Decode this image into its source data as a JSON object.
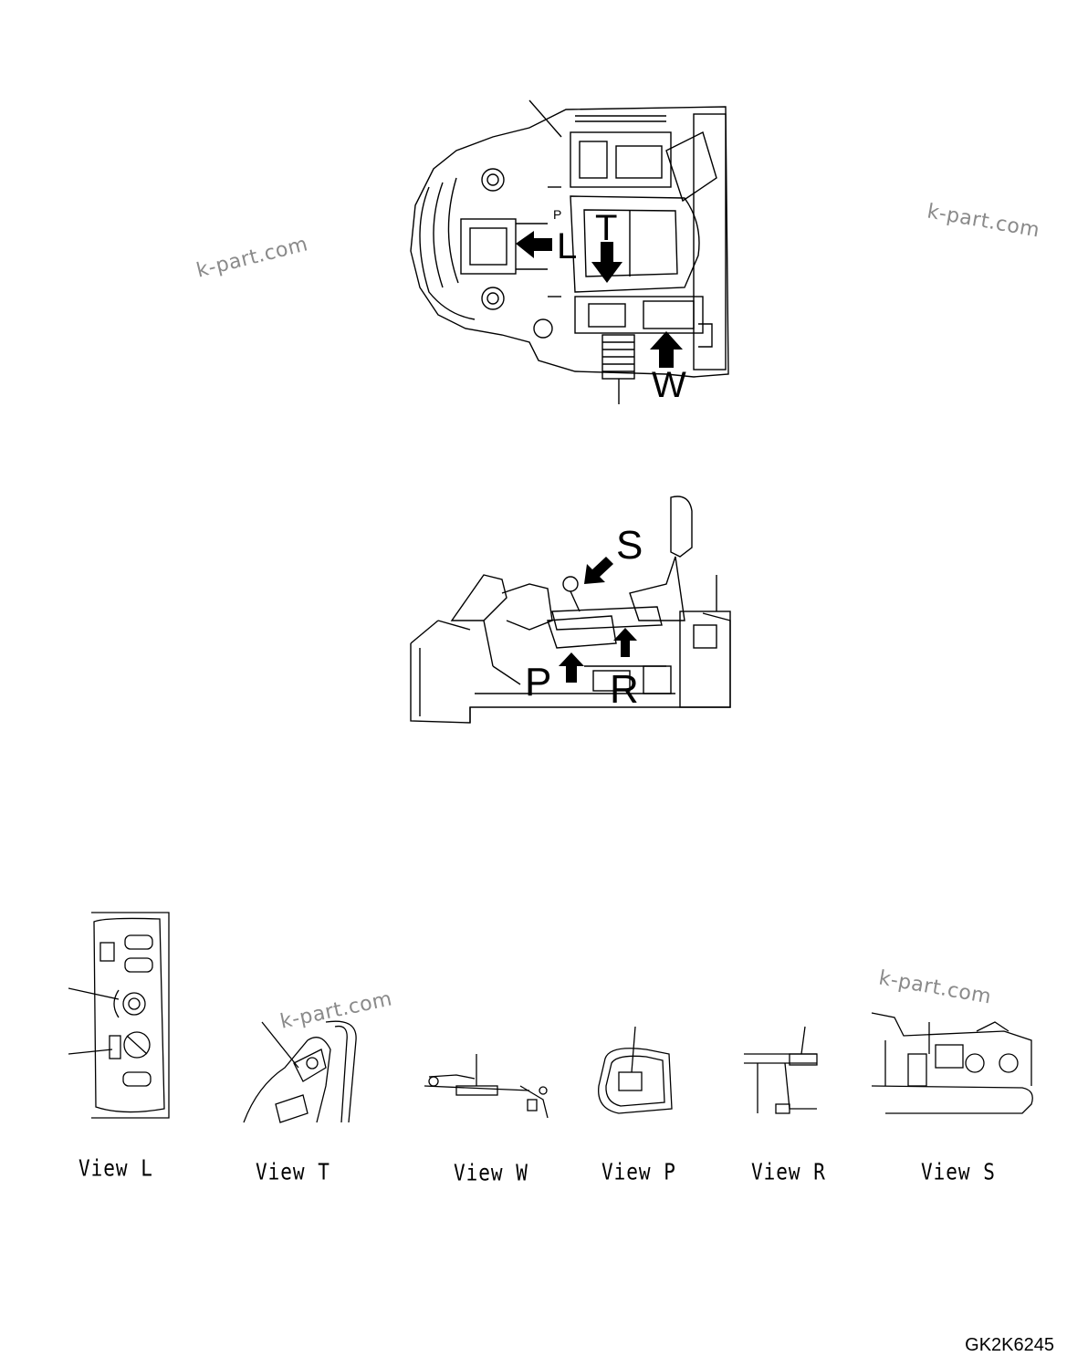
{
  "watermark": "k-part.com",
  "top_view": {
    "letters": {
      "L": "L",
      "T": "T",
      "W": "W",
      "P": "P"
    }
  },
  "side_view": {
    "letters": {
      "S": "S",
      "P": "P",
      "R": "R"
    }
  },
  "detail_views": [
    {
      "key": "L",
      "label": "View L"
    },
    {
      "key": "T",
      "label": "View T"
    },
    {
      "key": "W",
      "label": "View W"
    },
    {
      "key": "P",
      "label": "View P"
    },
    {
      "key": "R",
      "label": "View R"
    },
    {
      "key": "S",
      "label": "View S"
    }
  ],
  "drawing_code": "GK2K6245"
}
